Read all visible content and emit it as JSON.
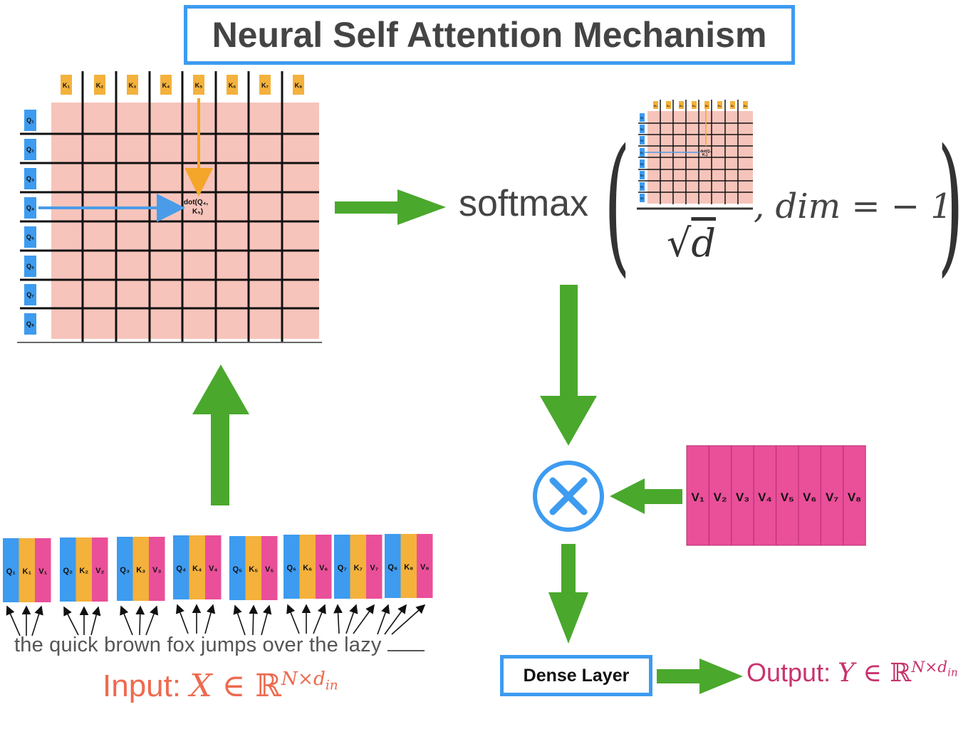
{
  "title": "Neural Self Attention Mechanism",
  "attention_grid": {
    "key_labels": [
      "K₁",
      "K₂",
      "K₃",
      "K₄",
      "K₅",
      "K₆",
      "K₇",
      "K₈"
    ],
    "query_labels": [
      "Q₁",
      "Q₂",
      "Q₃",
      "Q₄",
      "Q₅",
      "Q₆",
      "Q₇",
      "Q₈"
    ],
    "dot_label_line1": "dot(Q₄,",
    "dot_label_line2": "K₅)",
    "highlight_query": "Q₄",
    "highlight_key": "K₅"
  },
  "formula": {
    "softmax": "softmax",
    "open_paren": "(",
    "close_paren": ")",
    "comma_dim": ", dim = − 1",
    "sqrt_symbol": "√",
    "sqrt_d": "d"
  },
  "values_block": {
    "labels": [
      "V₁",
      "V₂",
      "V₃",
      "V₄",
      "V₅",
      "V₆",
      "V₇",
      "V₈"
    ]
  },
  "input_tokens": [
    {
      "q": "Q₁",
      "k": "K₁",
      "v": "V₁"
    },
    {
      "q": "Q₂",
      "k": "K₂",
      "v": "V₂"
    },
    {
      "q": "Q₃",
      "k": "K₃",
      "v": "V₃"
    },
    {
      "q": "Q₄",
      "k": "K₄",
      "v": "V₄"
    },
    {
      "q": "Q₅",
      "k": "K₅",
      "v": "V₅"
    },
    {
      "q": "Q₆",
      "k": "K₆",
      "v": "V₆"
    },
    {
      "q": "Q₇",
      "k": "K₇",
      "v": "V₇"
    },
    {
      "q": "Q₈",
      "k": "K₈",
      "v": "V₈"
    }
  ],
  "sentence": "the quick brown fox jumps over the lazy",
  "input_label": {
    "prefix": "Input: ",
    "var": "X",
    "in": " ∈ ",
    "set": "ℝ",
    "sup": "N×d",
    "sub": "in"
  },
  "output_label": {
    "prefix": "Output: ",
    "var": "Y",
    "in": " ∈ ",
    "set": "ℝ",
    "sup": "N×d",
    "sub": "in"
  },
  "dense_layer": "Dense Layer",
  "multiply_symbol": "⊗",
  "colors": {
    "query": "#3d9bf0",
    "key": "#f4b13b",
    "value": "#ea4f99",
    "grid_fill": "#f7c4bb",
    "arrow_green": "#4aa82d",
    "highlight_arrow_blue": "#4a9ce8",
    "highlight_arrow_orange": "#f4a62a",
    "title_border": "#3d9bf0"
  }
}
